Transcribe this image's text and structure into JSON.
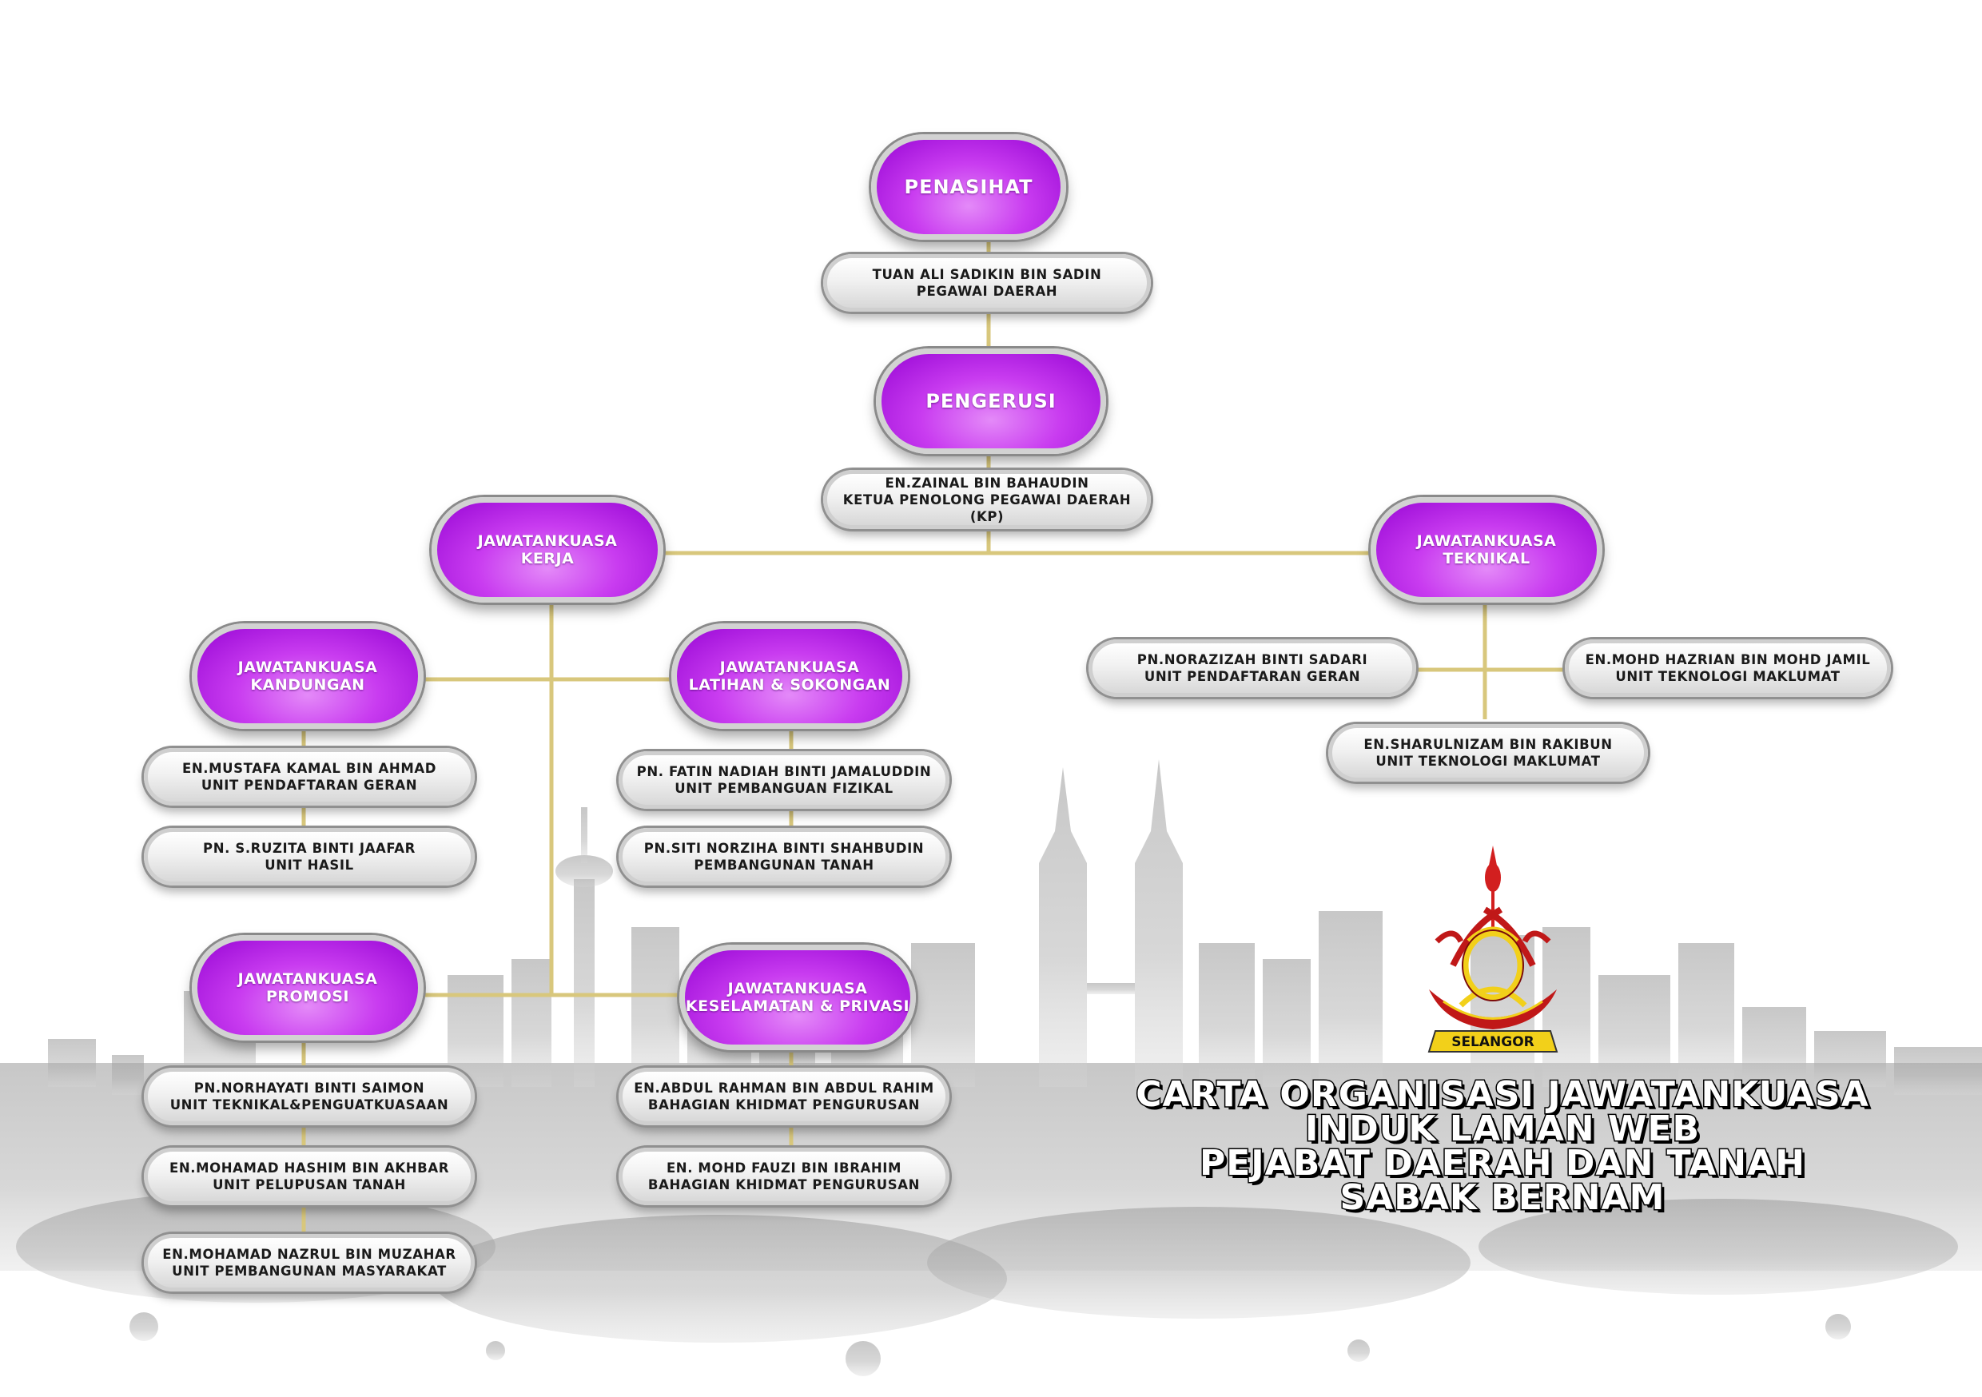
{
  "title": {
    "line1": "CARTA ORGANISASI JAWATANKUASA",
    "line2": "INDUK LAMAN WEB",
    "line3": "PEJABAT DAERAH DAN TANAH",
    "line4": "SABAK BERNAM"
  },
  "logo": {
    "label": "SELANGOR"
  },
  "colors": {
    "accent": "#b322e6",
    "connector": "#d8c77c",
    "text_dark": "#1a1a1a"
  },
  "roles": {
    "penasihat": "PENASIHAT",
    "pengerusi": "PENGERUSI",
    "kerja": {
      "l1": "JAWATANKUASA",
      "l2": "KERJA"
    },
    "teknikal": {
      "l1": "JAWATANKUASA",
      "l2": "TEKNIKAL"
    },
    "kandungan": {
      "l1": "JAWATANKUASA",
      "l2": "KANDUNGAN"
    },
    "latihan": {
      "l1": "JAWATANKUASA",
      "l2": "LATIHAN & SOKONGAN"
    },
    "promosi": {
      "l1": "JAWATANKUASA",
      "l2": "PROMOSI"
    },
    "keselamatan": {
      "l1": "JAWATANKUASA",
      "l2": "KESELAMATAN & PRIVASI"
    }
  },
  "people": {
    "penasihat": {
      "name": "TUAN ALI SADIKIN BIN SADIN",
      "post": "PEGAWAI DAERAH"
    },
    "pengerusi": {
      "name": "EN.ZAINAL BIN BAHAUDIN",
      "post": "KETUA PENOLONG PEGAWAI DAERAH",
      "post2": "(KP)"
    },
    "teknikal_1": {
      "name": "PN.NORAZIZAH BINTI SADARI",
      "post": "UNIT PENDAFTARAN GERAN"
    },
    "teknikal_2": {
      "name": "EN.MOHD HAZRIAN BIN MOHD JAMIL",
      "post": "UNIT TEKNOLOGI MAKLUMAT"
    },
    "teknikal_3": {
      "name": "EN.SHARULNIZAM BIN RAKIBUN",
      "post": "UNIT TEKNOLOGI MAKLUMAT"
    },
    "kandungan_1": {
      "name": "EN.MUSTAFA KAMAL BIN AHMAD",
      "post": "UNIT PENDAFTARAN GERAN"
    },
    "kandungan_2": {
      "name": "PN. S.RUZITA BINTI JAAFAR",
      "post": "UNIT HASIL"
    },
    "latihan_1": {
      "name": "PN. FATIN NADIAH BINTI JAMALUDDIN",
      "post": "UNIT PEMBANGUAN FIZIKAL"
    },
    "latihan_2": {
      "name": "PN.SITI NORZIHA BINTI SHAHBUDIN",
      "post": "PEMBANGUNAN TANAH"
    },
    "promosi_1": {
      "name": "PN.NORHAYATI BINTI SAIMON",
      "post": "UNIT TEKNIKAL&PENGUATKUASAAN"
    },
    "promosi_2": {
      "name": "EN.MOHAMAD HASHIM BIN AKHBAR",
      "post": "UNIT PELUPUSAN TANAH"
    },
    "promosi_3": {
      "name": "EN.MOHAMAD NAZRUL BIN MUZAHAR",
      "post": "UNIT PEMBANGUNAN MASYARAKAT"
    },
    "keselamatan_1": {
      "name": "EN.ABDUL RAHMAN BIN ABDUL RAHIM",
      "post": "BAHAGIAN KHIDMAT PENGURUSAN"
    },
    "keselamatan_2": {
      "name": "EN. MOHD FAUZI BIN IBRAHIM",
      "post": "BAHAGIAN KHIDMAT PENGURUSAN"
    }
  }
}
